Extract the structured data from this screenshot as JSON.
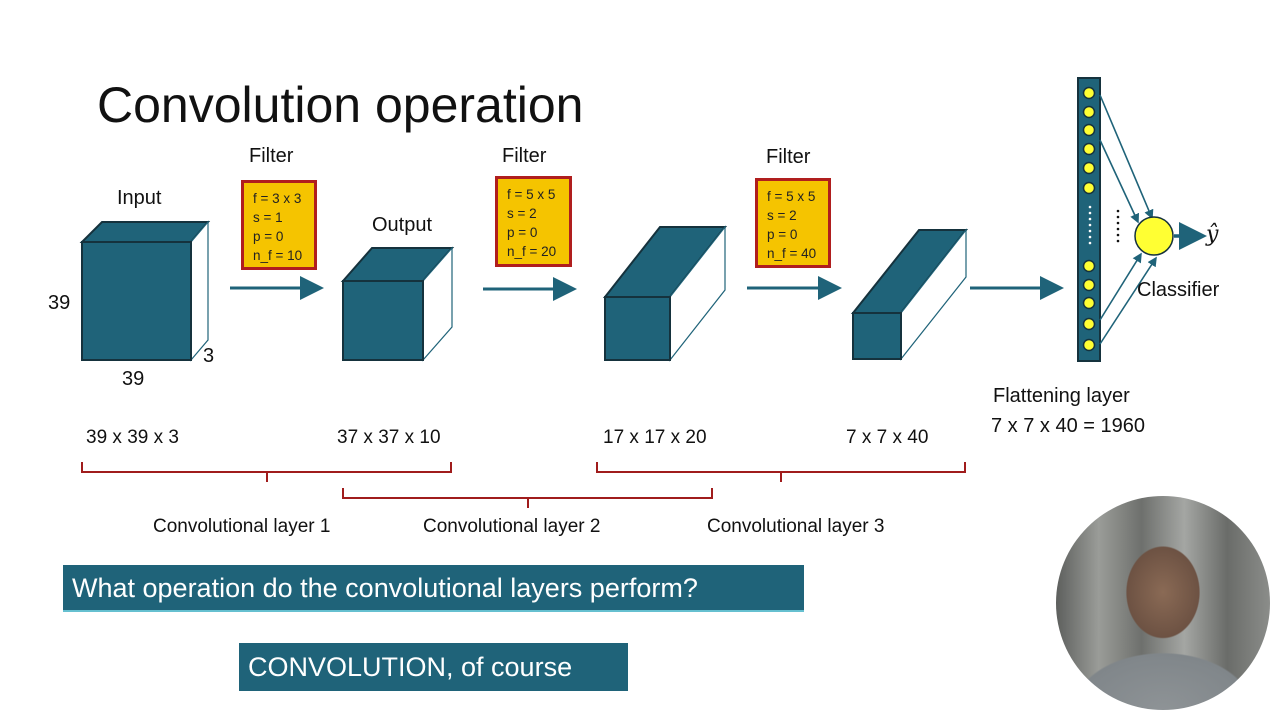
{
  "slide": {
    "title": "Convolution operation",
    "input": {
      "label": "Input",
      "height_label": "39",
      "width_label": "39",
      "depth_label": "3",
      "dims": "39 x 39 x 3"
    },
    "output_label": "Output",
    "filters": [
      {
        "label": "Filter",
        "f": "f = 3 x 3",
        "s": "s = 1",
        "p": "p = 0",
        "n_f": "n_f = 10"
      },
      {
        "label": "Filter",
        "f": "f = 5 x 5",
        "s": "s = 2",
        "p": "p = 0",
        "n_f": "n_f = 20"
      },
      {
        "label": "Filter",
        "f": "f = 5 x 5",
        "s": "s = 2",
        "p": "p = 0",
        "n_f": "n_f = 40"
      }
    ],
    "volumes": [
      {
        "dims": "39 x 39 x 3"
      },
      {
        "dims": "37 x 37 x 10"
      },
      {
        "dims": "17 x 17 x 20"
      },
      {
        "dims": "7 x 7 x 40"
      }
    ],
    "layers": [
      {
        "label": "Convolutional layer 1"
      },
      {
        "label": "Convolutional layer 2"
      },
      {
        "label": "Convolutional layer 3"
      }
    ],
    "flatten": {
      "label": "Flattening layer",
      "formula": "7 x 7 x 40 = 1960"
    },
    "classifier": {
      "label": "Classifier",
      "output_symbol": "ŷ"
    },
    "question": "What operation do the convolutional layers perform?",
    "answer": "CONVOLUTION, of course",
    "colors": {
      "volume": "#1f6379",
      "filter_fill": "#f5c400",
      "filter_border": "#b01e1e",
      "brace": "#a01c1c",
      "node": "#ffff33",
      "banner": "#1f6379"
    }
  }
}
